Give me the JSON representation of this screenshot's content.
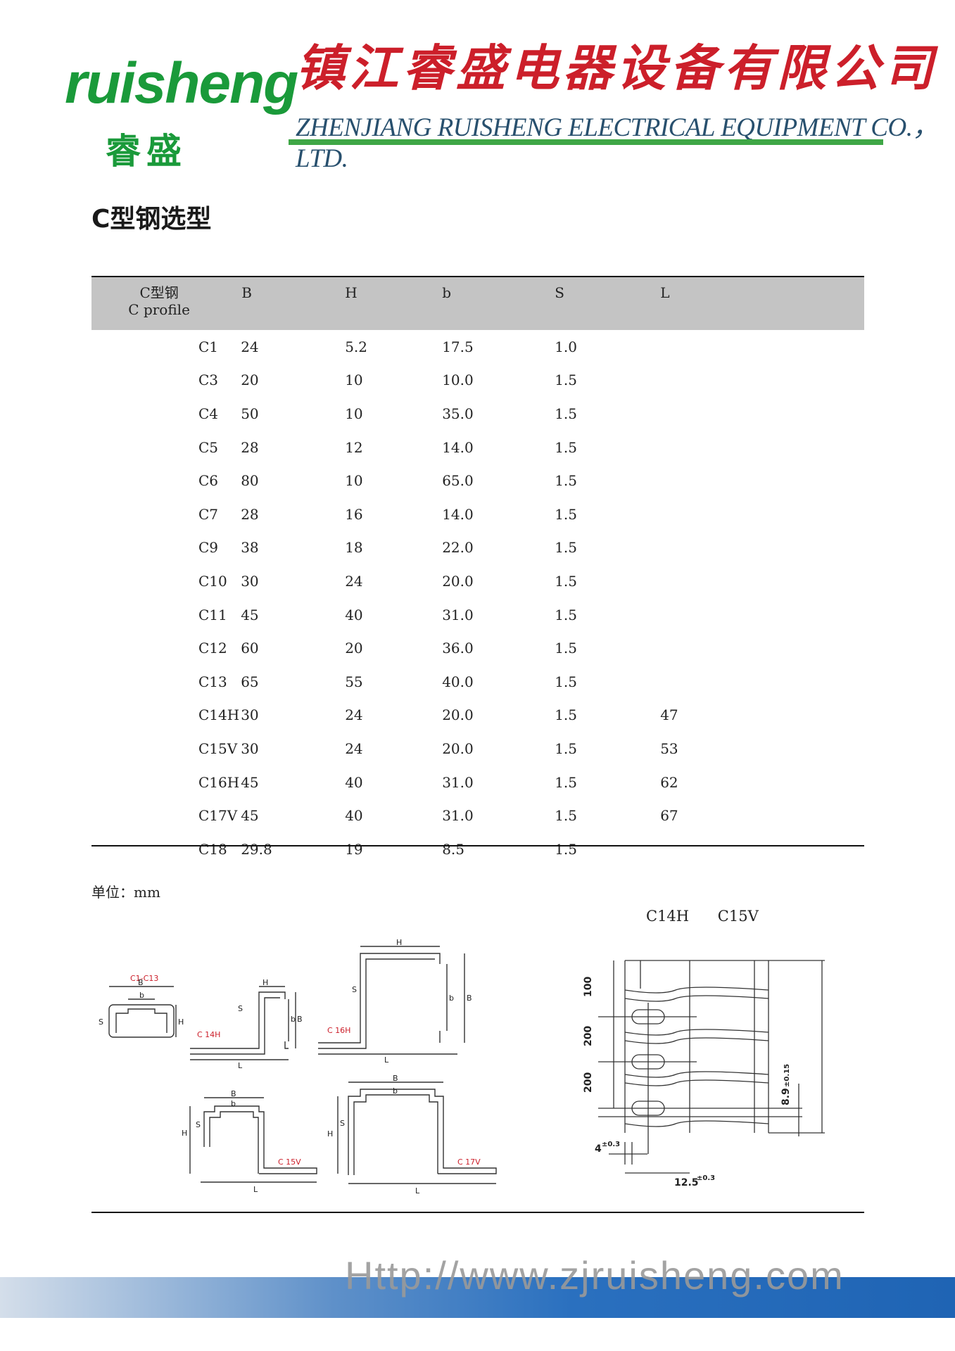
{
  "header": {
    "logo_word": "ruisheng",
    "logo_cn": "睿盛",
    "company_cn": "镇江睿盛电器设备有限公司",
    "company_en": "ZHENJIANG RUISHENG ELECTRICAL EQUIPMENT CO.，LTD.",
    "brand_green": "#1a9a3a",
    "brand_red": "#cc1f2a"
  },
  "page_title": "C型钢选型",
  "table": {
    "headers": {
      "c0_line1": "C型钢",
      "c0_line2": "C profile",
      "B": "B",
      "H": "H",
      "b": "b",
      "S": "S",
      "L": "L"
    },
    "rows": [
      {
        "name": "C1",
        "B": "24",
        "H": "5.2",
        "b": "17.5",
        "S": "1.0",
        "L": ""
      },
      {
        "name": "C3",
        "B": "20",
        "H": "10",
        "b": "10.0",
        "S": "1.5",
        "L": ""
      },
      {
        "name": "C4",
        "B": "50",
        "H": "10",
        "b": "35.0",
        "S": "1.5",
        "L": ""
      },
      {
        "name": "C5",
        "B": "28",
        "H": "12",
        "b": "14.0",
        "S": "1.5",
        "L": ""
      },
      {
        "name": "C6",
        "B": "80",
        "H": "10",
        "b": "65.0",
        "S": "1.5",
        "L": ""
      },
      {
        "name": "C7",
        "B": "28",
        "H": "16",
        "b": "14.0",
        "S": "1.5",
        "L": ""
      },
      {
        "name": "C9",
        "B": "38",
        "H": "18",
        "b": "22.0",
        "S": "1.5",
        "L": ""
      },
      {
        "name": "C10",
        "B": "30",
        "H": "24",
        "b": "20.0",
        "S": "1.5",
        "L": ""
      },
      {
        "name": "C11",
        "B": "45",
        "H": "40",
        "b": "31.0",
        "S": "1.5",
        "L": ""
      },
      {
        "name": "C12",
        "B": "60",
        "H": "20",
        "b": "36.0",
        "S": "1.5",
        "L": ""
      },
      {
        "name": "C13",
        "B": "65",
        "H": "55",
        "b": "40.0",
        "S": "1.5",
        "L": ""
      },
      {
        "name": "C14H",
        "B": "30",
        "H": "24",
        "b": "20.0",
        "S": "1.5",
        "L": "47"
      },
      {
        "name": "C15V",
        "B": "30",
        "H": "24",
        "b": "20.0",
        "S": "1.5",
        "L": "53"
      },
      {
        "name": "C16H",
        "B": "45",
        "H": "40",
        "b": "31.0",
        "S": "1.5",
        "L": "62"
      },
      {
        "name": "C17V",
        "B": "45",
        "H": "40",
        "b": "31.0",
        "S": "1.5",
        "L": "67"
      },
      {
        "name": "C18",
        "B": "29.8",
        "H": "19",
        "b": "8.5",
        "S": "1.5",
        "L": ""
      }
    ]
  },
  "unit_label": "单位：mm",
  "fig_label": "C14H C15V",
  "drawings": {
    "c1_c13": "C1-C13",
    "c14h": "C 14H",
    "c16h": "C 16H",
    "c15v": "C 15V",
    "c17v": "C 17V",
    "B": "B",
    "b": "b",
    "H": "H",
    "S": "S",
    "L": "L",
    "dim_100": "100",
    "dim_200a": "200",
    "dim_200b": "200",
    "tol_03": "±0.3",
    "dim_89": "8.9",
    "tol_015": "±0.15",
    "dim_4": "4",
    "dim_125": "12.5"
  },
  "footer_url": "Http://www.zjruisheng.com"
}
